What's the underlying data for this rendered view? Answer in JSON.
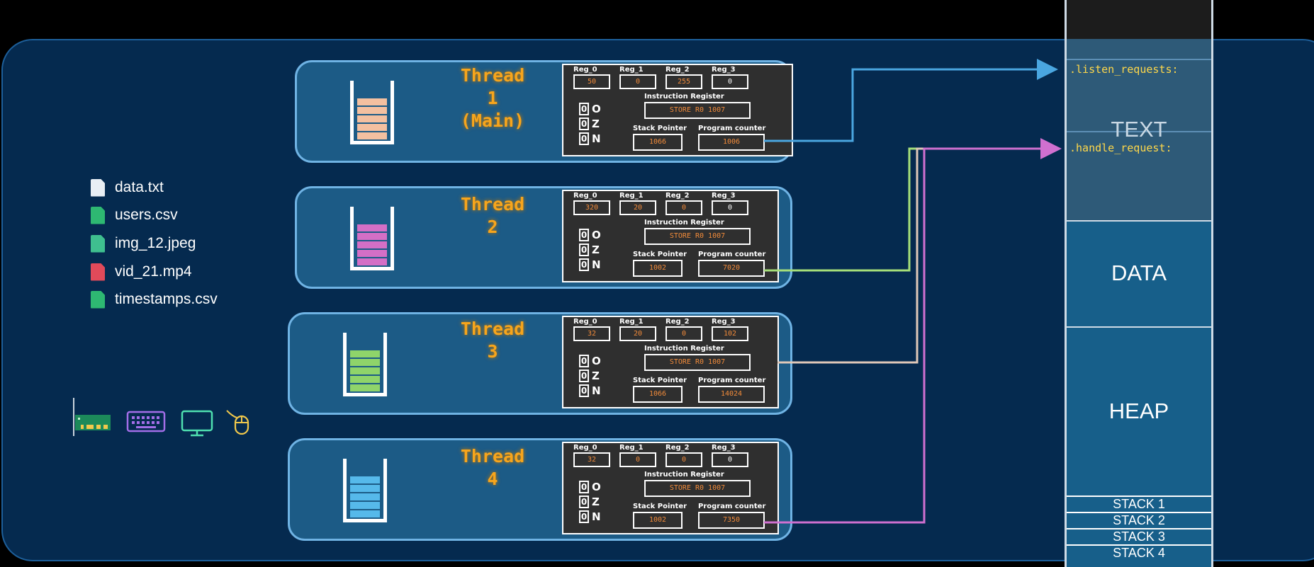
{
  "files": [
    {
      "name": "data.txt",
      "icon": "text-file-icon"
    },
    {
      "name": "users.csv",
      "icon": "csv-file-icon"
    },
    {
      "name": "img_12.jpeg",
      "icon": "jpeg-file-icon"
    },
    {
      "name": "vid_21.mp4",
      "icon": "video-file-icon"
    },
    {
      "name": "timestamps.csv",
      "icon": "csv-file-icon"
    }
  ],
  "devices": [
    "network-card-icon",
    "keyboard-icon",
    "monitor-icon",
    "mouse-icon"
  ],
  "register_labels": {
    "reg0": "Reg_0",
    "reg1": "Reg_1",
    "reg2": "Reg_2",
    "reg3": "Reg_3",
    "ir": "Instruction Register",
    "sp": "Stack Pointer",
    "pc": "Program counter"
  },
  "flag_names": [
    "O",
    "Z",
    "N"
  ],
  "threads": [
    {
      "title_line1": "Thread 1",
      "title_line2": "(Main)",
      "stack_color": "#f3c0a0",
      "regs": [
        "50",
        "0",
        "255",
        "0"
      ],
      "flags": [
        "0",
        "0",
        "0"
      ],
      "instruction": "STORE R0 1007",
      "stack_pointer": "1066",
      "program_counter": "1006"
    },
    {
      "title_line1": "Thread 2",
      "title_line2": "",
      "stack_color": "#d46fc6",
      "regs": [
        "320",
        "20",
        "0",
        "0"
      ],
      "flags": [
        "0",
        "0",
        "0"
      ],
      "instruction": "STORE R0 1007",
      "stack_pointer": "1002",
      "program_counter": "7020"
    },
    {
      "title_line1": "Thread 3",
      "title_line2": "",
      "stack_color": "#8fd46a",
      "regs": [
        "32",
        "20",
        "0",
        "102"
      ],
      "flags": [
        "0",
        "0",
        "0"
      ],
      "instruction": "STORE R0 1007",
      "stack_pointer": "1066",
      "program_counter": "14024"
    },
    {
      "title_line1": "Thread 4",
      "title_line2": "",
      "stack_color": "#56b9ea",
      "regs": [
        "32",
        "0",
        "0",
        "0"
      ],
      "flags": [
        "0",
        "0",
        "0"
      ],
      "instruction": "STORE R0 1007",
      "stack_pointer": "1002",
      "program_counter": "7350"
    }
  ],
  "memory": {
    "text_label": "TEXT",
    "data_label": "DATA",
    "heap_label": "HEAP",
    "stacks": [
      "STACK 1",
      "STACK 2",
      "STACK 3",
      "STACK 4"
    ],
    "functions": [
      ".listen_requests:",
      ".handle_request:"
    ]
  },
  "colors": {
    "background": "#000000",
    "process_fill": "#052a4f",
    "thread_fill": "#1c5b86",
    "thread_title": "#f7a51c",
    "register_value": "#f28b3a",
    "memory_text": "#2e5a78",
    "memory_data": "#175f8a",
    "arrow_thread1": "#4aa6e0",
    "arrow_thread2": "#a7e07a",
    "arrow_thread3": "#e0c8b8",
    "arrow_thread4": "#d070d0",
    "function_label": "#ffd84a"
  }
}
